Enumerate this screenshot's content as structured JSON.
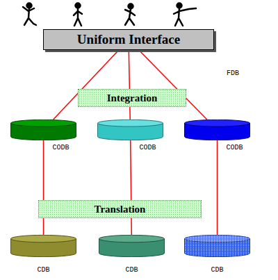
{
  "diagram": {
    "nodes": [
      {
        "text": [
          "Uniform Interface"
        ]
      },
      {
        "text": [
          "Integration"
        ]
      },
      {
        "text": [
          "CODB"
        ]
      },
      {
        "text": [
          "CODB"
        ]
      },
      {
        "text": [
          "CODB"
        ]
      },
      {
        "text": [
          "Translation"
        ]
      },
      {
        "text": [
          "CDB"
        ]
      },
      {
        "text": [
          "CDB"
        ]
      },
      {
        "text": [
          "CDB"
        ]
      }
    ],
    "edges": [
      {
        "from": 0,
        "to": 2,
        "arrow": "none"
      },
      {
        "from": 0,
        "to": 3,
        "arrow": "none"
      },
      {
        "from": 0,
        "to": 4,
        "arrow": "none"
      },
      {
        "from": 2,
        "to": 6,
        "arrow": "none"
      },
      {
        "from": 3,
        "to": 7,
        "arrow": "none"
      },
      {
        "from": 4,
        "to": 8,
        "arrow": "none"
      }
    ],
    "labels": [
      "FDB"
    ]
  }
}
